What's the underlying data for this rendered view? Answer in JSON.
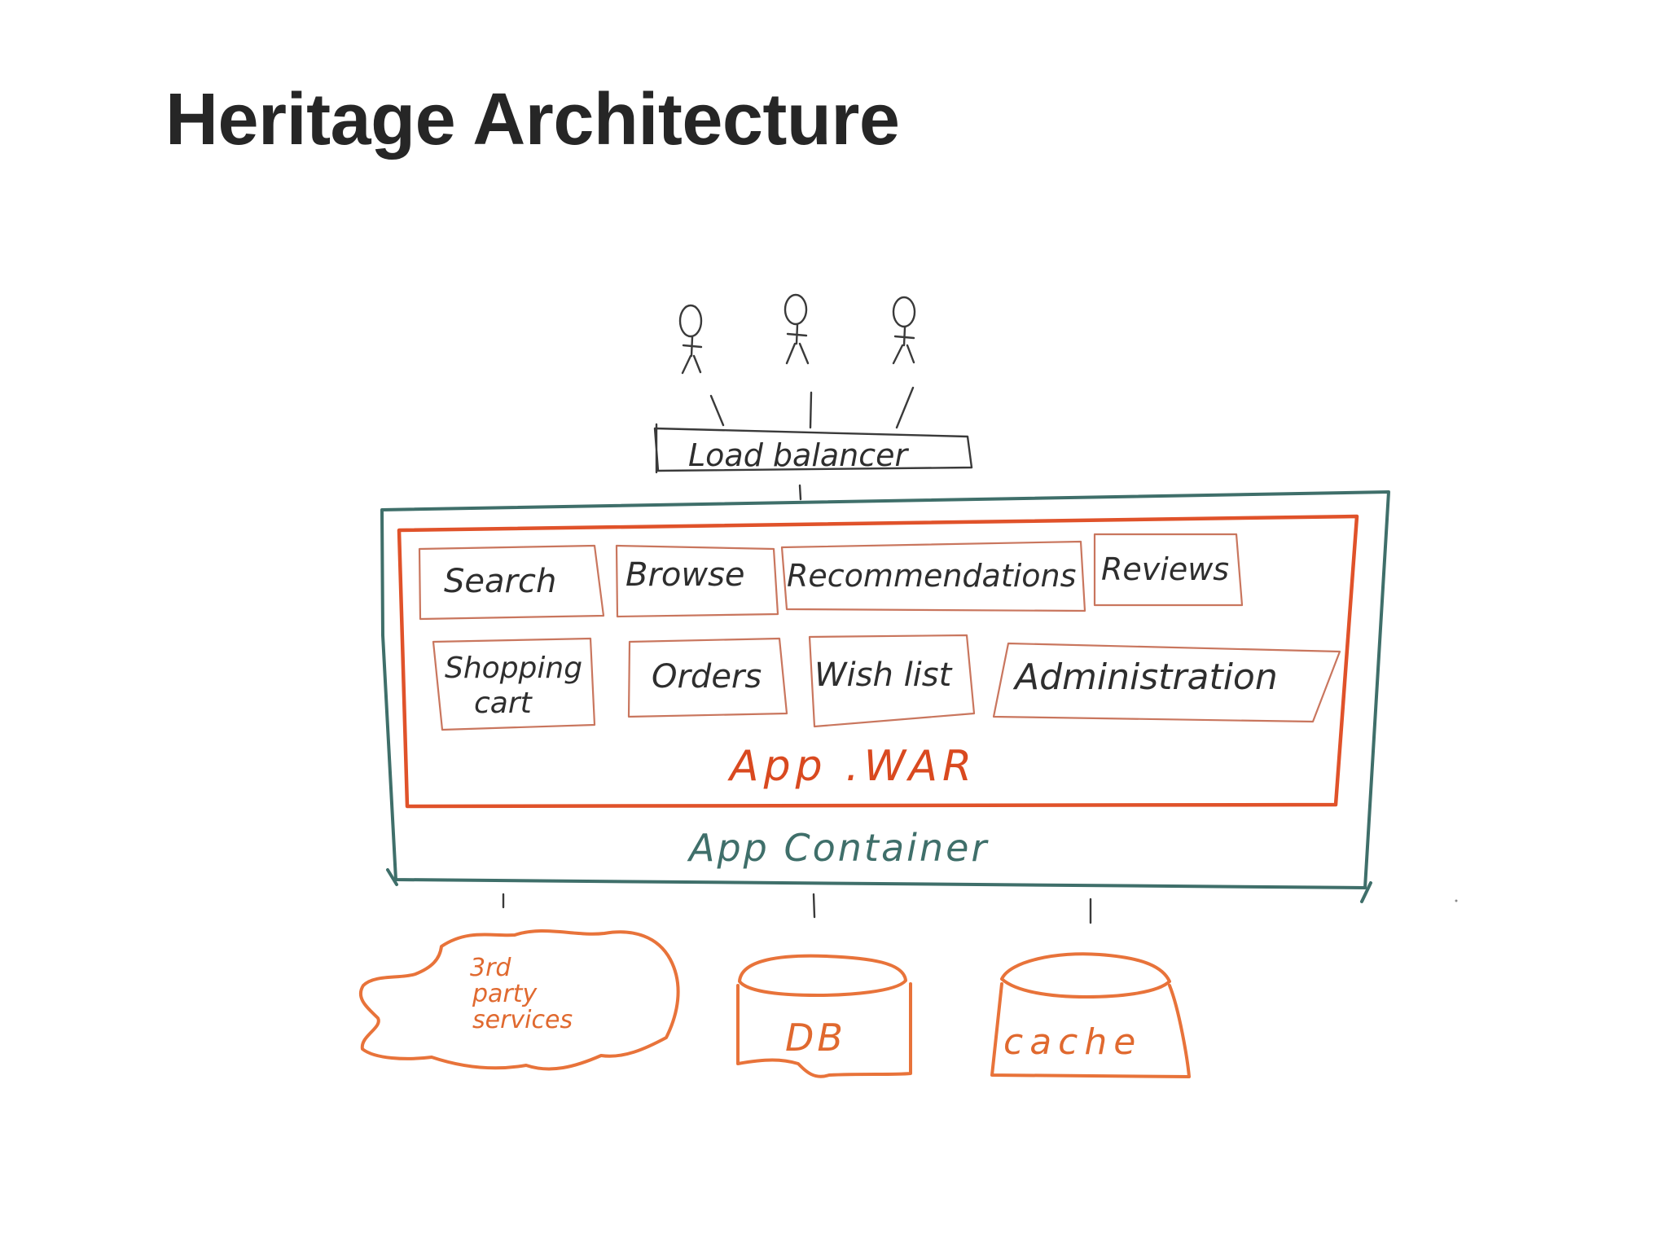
{
  "slide": {
    "title": "Heritage Architecture"
  },
  "diagram": {
    "load_balancer": "Load balancer",
    "app_container": "App Container",
    "app_war": "App .WAR",
    "modules_row1": [
      "Search",
      "Browse",
      "Recommendations",
      "Reviews"
    ],
    "modules_row2": [
      "Shopping",
      "cart",
      "Orders",
      "Wish list",
      "Administration"
    ],
    "backends": {
      "third_party": [
        "3rd",
        "party",
        "services"
      ],
      "db": "DB",
      "cache": "cache"
    },
    "colors": {
      "title": "#262626",
      "sketch_dark": "#3a3a3a",
      "container_teal": "#3f6f6a",
      "war_red": "#e0522a",
      "module_border": "#c9765e",
      "backend_orange": "#e8733a"
    }
  }
}
